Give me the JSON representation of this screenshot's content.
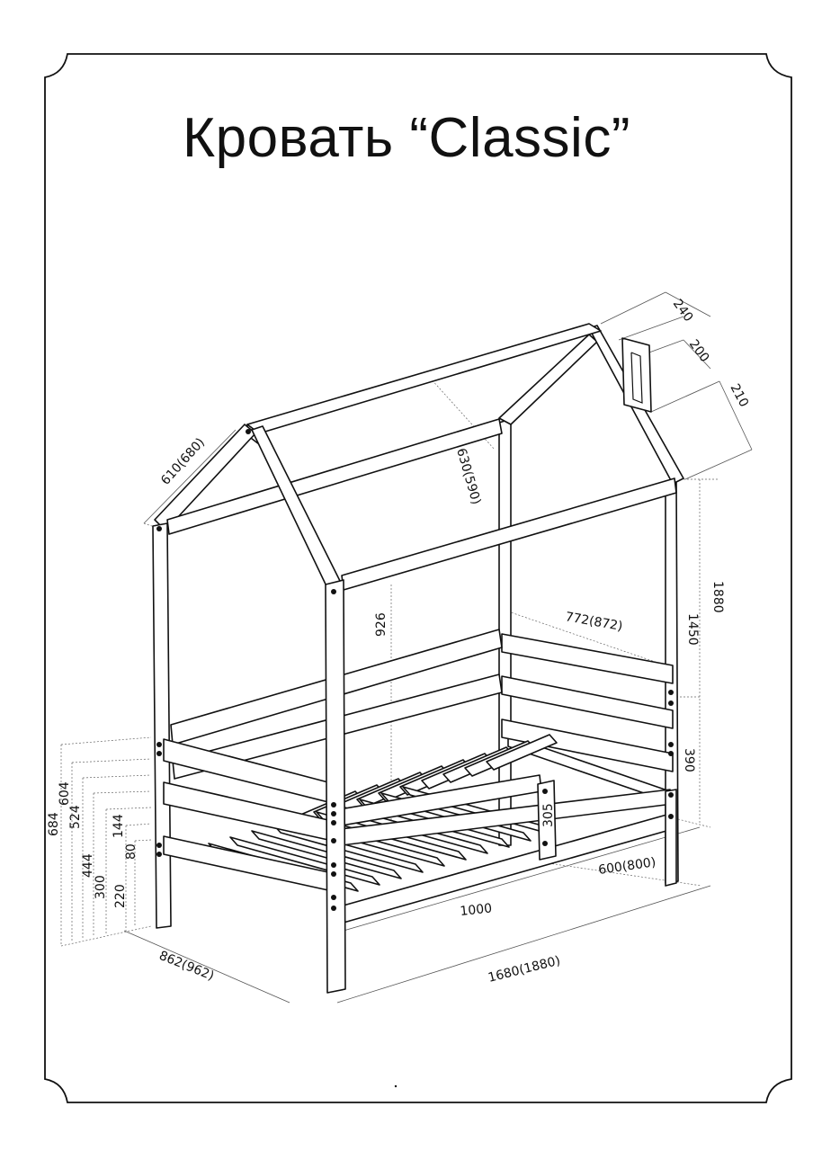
{
  "title": "Кровать “Classic”",
  "dimensions": {
    "roof_side": "610(680)",
    "ridge_length": "630(590)",
    "top_240": "240",
    "top_200": "200",
    "top_210": "210",
    "total_height": "1880",
    "post_height": "1450",
    "inner_height": "926",
    "rail_width": "772(872)",
    "rail_390": "390",
    "side_305": "305",
    "bottom_600": "600(800)",
    "length_1000": "1000",
    "length_total": "1680(1880)",
    "width_total": "862(962)",
    "h684": "684",
    "h604": "604",
    "h524": "524",
    "h444": "444",
    "h300": "300",
    "h220": "220",
    "h144": "144",
    "h80": "80"
  }
}
